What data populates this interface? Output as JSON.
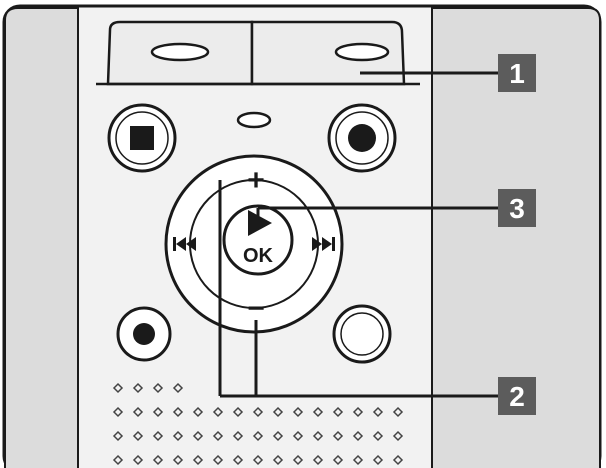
{
  "callouts": [
    {
      "number": "1"
    },
    {
      "number": "3"
    },
    {
      "number": "2"
    }
  ],
  "dpad": {
    "plus_label": "+",
    "minus_label": "−",
    "ok_label": "OK"
  },
  "colors": {
    "device_outline": "#1a1a1a",
    "side_panel": "#dcdcdc",
    "center_panel": "#f2f2f2",
    "callout_box": "#5c5c5c",
    "callout_text": "#ffffff",
    "dot": "#444444"
  },
  "icons": {
    "stop_button": "stop-icon",
    "record_button": "record-icon",
    "rewind_button": "rewind-icon",
    "fast_forward_button": "fast-forward-icon",
    "play_button": "play-icon",
    "small_record_button": "small-record-icon"
  }
}
